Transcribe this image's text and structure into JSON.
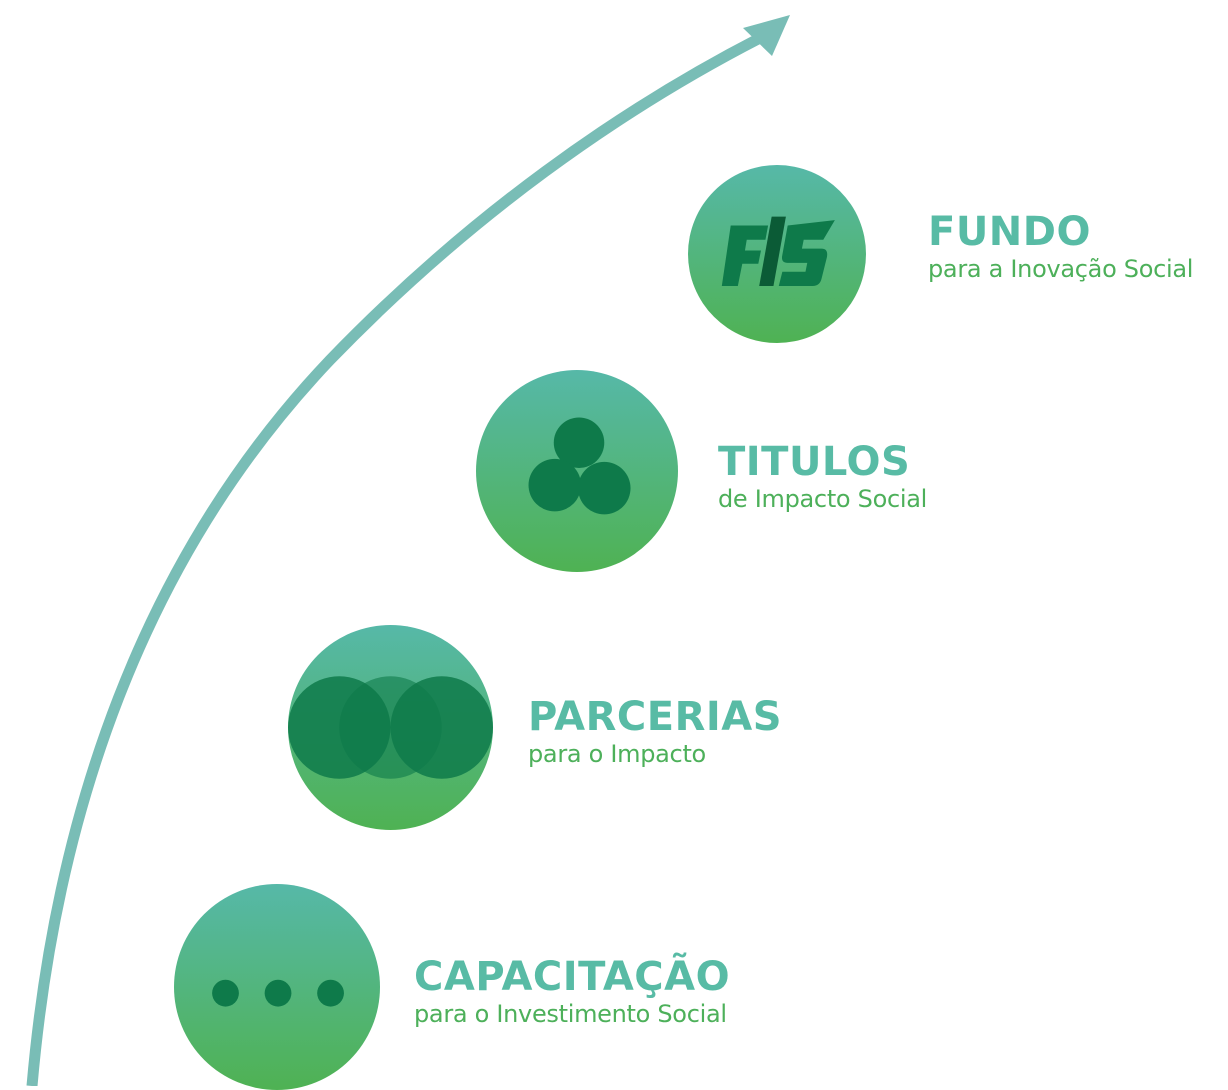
{
  "diagram": {
    "colors": {
      "arrow": "#79bdb6",
      "circle_top": "#56b8a8",
      "circle_bottom": "#4fb253",
      "icon_dark": "#0e7a4a",
      "icon_darker": "#0b5b36",
      "title": "#58bba5",
      "subtitle": "#4db05a"
    },
    "steps": [
      {
        "id": "fundo",
        "icon": "fis-logo-icon",
        "logo_text": "FIS",
        "title": "FUNDO",
        "subtitle": "para a Inovação Social"
      },
      {
        "id": "titulos",
        "icon": "three-circles-cluster-icon",
        "title": "TITULOS",
        "subtitle": "de Impacto Social"
      },
      {
        "id": "parcerias",
        "icon": "overlapping-circles-icon",
        "title": "PARCERIAS",
        "subtitle": "para o Impacto"
      },
      {
        "id": "capacitacao",
        "icon": "three-dots-icon",
        "title": "CAPACITAÇÃO",
        "subtitle": "para o Investimento Social"
      }
    ]
  }
}
